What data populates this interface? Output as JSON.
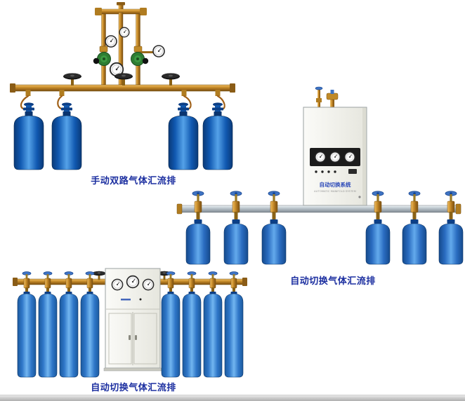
{
  "page": {
    "background": "#ffffff"
  },
  "products": {
    "manual_dual": {
      "caption": "手动双路气体汇流排",
      "cylinder_count": 4
    },
    "auto_switch_right": {
      "caption": "自动切换气体汇流排",
      "cabinet_label": "自动切换系统",
      "cabinet_sublabel": "AUTOMATIC MANIFOLD SYSTEM",
      "cylinder_count": 6
    },
    "auto_switch_bottom": {
      "caption": "自动切换气体汇流排",
      "cylinder_count": 8
    }
  },
  "colors": {
    "caption_text": "#1c2fa0",
    "cylinder_blue": "#1058b0",
    "brass_pipe": "#cf9430",
    "silver_pipe": "#bcc6cd",
    "cabinet": "#f2f2ee",
    "regulator_green": "#2e7d33"
  }
}
